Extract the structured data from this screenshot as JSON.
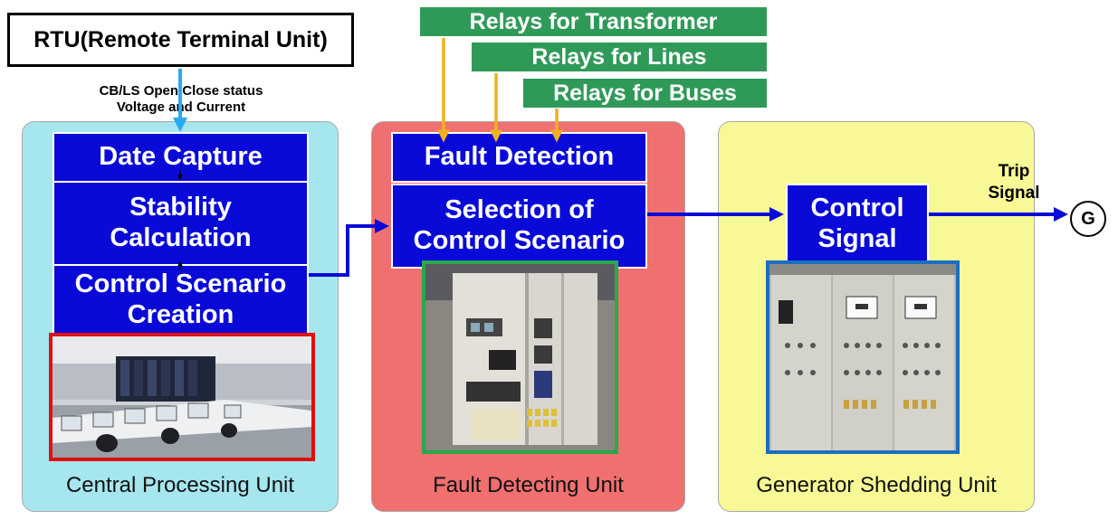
{
  "rtu": {
    "label": "RTU(Remote Terminal Unit)"
  },
  "rtu_output": {
    "line1": "CB/LS Open/Close status",
    "line2": "Voltage and Current"
  },
  "relays": [
    {
      "label": "Relays for Transformer"
    },
    {
      "label": "Relays for Lines"
    },
    {
      "label": "Relays for Buses"
    }
  ],
  "central_unit": {
    "label": "Central Processing Unit",
    "blocks": {
      "data_capture": "Date Capture",
      "stability_line1": "Stability",
      "stability_line2": "Calculation",
      "scenario_line1": "Control Scenario",
      "scenario_line2": "Creation"
    }
  },
  "fault_unit": {
    "label": "Fault Detecting Unit",
    "blocks": {
      "fault_detection": "Fault Detection",
      "selection_line1": "Selection of",
      "selection_line2": "Control Scenario"
    }
  },
  "shedding_unit": {
    "label": "Generator Shedding Unit",
    "blocks": {
      "control_line1": "Control",
      "control_line2": "Signal"
    }
  },
  "trip_signal": {
    "line1": "Trip",
    "line2": "Signal"
  },
  "generator": {
    "label": "G"
  },
  "colors": {
    "block_blue": "#0a0ad8",
    "relay_green": "#2f9a58",
    "arrow_blue": "#0a0ad8",
    "arrow_cyan": "#29aaf0",
    "arrow_orange": "#f0b020",
    "cpu_panel": "#a6e6ee",
    "fdu_panel": "#f06f6f",
    "gsu_panel": "#f8f896"
  }
}
